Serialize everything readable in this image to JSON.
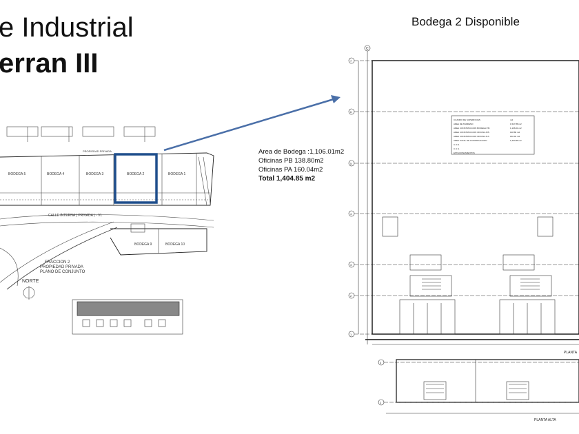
{
  "slide": {
    "title_line1": "e Industrial",
    "title_line2": "erran III",
    "caption": "Bodega 2 Disponible"
  },
  "stats": {
    "area_bodega": "Area de Bodega :1,106.01m2",
    "oficinas_pb": "Oficinas PB 138.80m2",
    "oficinas_pa": "Oficinas PA 160.04m2",
    "total": "Total 1,404.85 m2"
  },
  "site_plan": {
    "bodegas_top": [
      "BODEGA 5",
      "BODEGA 4",
      "BODEGA 3",
      "BODEGA 2",
      "BODEGA 1"
    ],
    "bodegas_bottom": [
      "BODEGA 9",
      "BODEGA 10"
    ],
    "street": "CALLE INTERNA ( PRIVADA ) - VL",
    "fraction_l1": "FRACCION 2",
    "fraction_l2": "PROPIEDAD PRIVADA",
    "fraction_l3": "PLANO DE CONJUNTO",
    "north": "NORTE",
    "private_prop": "PROPIEDAD PRIVADA"
  },
  "floor_plan": {
    "axis_top": "C",
    "axes_left": [
      "7",
      "6",
      "5",
      "4",
      "3",
      "2",
      "1"
    ],
    "axes_upper": [
      "3",
      "2"
    ],
    "label_pb": "PLANTA",
    "label_pa": "PLANTA ALTA",
    "table": {
      "header": [
        "CUADRO DE SUPERFICIES",
        "m2"
      ],
      "rows": [
        [
          "AREA DE TERRENO",
          "1,527.88 m2"
        ],
        [
          "AREA CONSTRUCCION BODEGA P.B.",
          "1,106.01 m2"
        ],
        [
          "AREA CONSTRUCCION OFICINA P.B.",
          "138.80 m2"
        ],
        [
          "AREA CONSTRUCCION OFICINA P.A.",
          "160.04 m2"
        ],
        [
          "AREA TOTAL DE CONSTRUCCION",
          "1,404.85 m2"
        ],
        [
          "C.O.S.",
          ""
        ],
        [
          "C.U.S.",
          ""
        ],
        [
          "ESTACIONAMIENTOS",
          ""
        ]
      ]
    }
  },
  "colors": {
    "highlight": "#1f4e8c",
    "arrow": "#4a6fa8",
    "line": "#333333"
  }
}
